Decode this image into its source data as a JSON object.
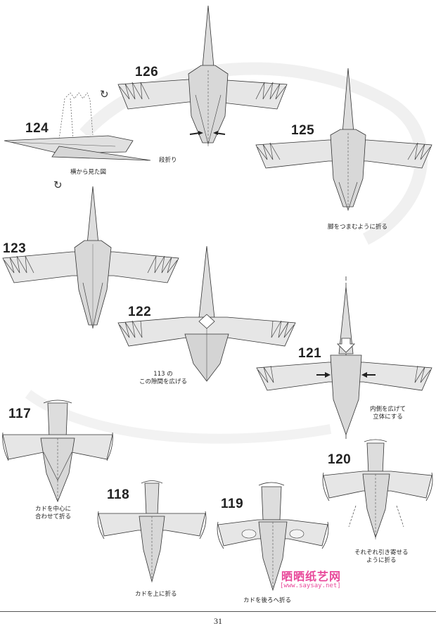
{
  "page_number": "31",
  "steps": [
    {
      "id": "117",
      "label": "117",
      "caption": [
        "カドを中心に",
        "合わせて折る"
      ]
    },
    {
      "id": "118",
      "label": "118",
      "caption": [
        "カドを上に折る"
      ]
    },
    {
      "id": "119",
      "label": "119",
      "caption": [
        "カドを後ろへ折る"
      ]
    },
    {
      "id": "120",
      "label": "120",
      "caption": [
        "それぞれ引き寄せる",
        "ように折る"
      ]
    },
    {
      "id": "121",
      "label": "121",
      "caption": [
        "内側を広げて",
        "立体にする"
      ]
    },
    {
      "id": "122",
      "label": "122",
      "caption": [
        "113 の",
        "この隙間を広げる"
      ]
    },
    {
      "id": "123",
      "label": "123",
      "caption": []
    },
    {
      "id": "124",
      "label": "124",
      "caption": [
        "横から見た図"
      ]
    },
    {
      "id": "125",
      "label": "125",
      "caption": [
        "脚をつまむように折る"
      ]
    },
    {
      "id": "126",
      "label": "126",
      "caption": [
        "段折り"
      ]
    }
  ],
  "icons": {
    "rotate": "rotate-icon"
  },
  "watermark": {
    "name": "晒晒纸艺网",
    "url": "[www.saysay.net]"
  }
}
